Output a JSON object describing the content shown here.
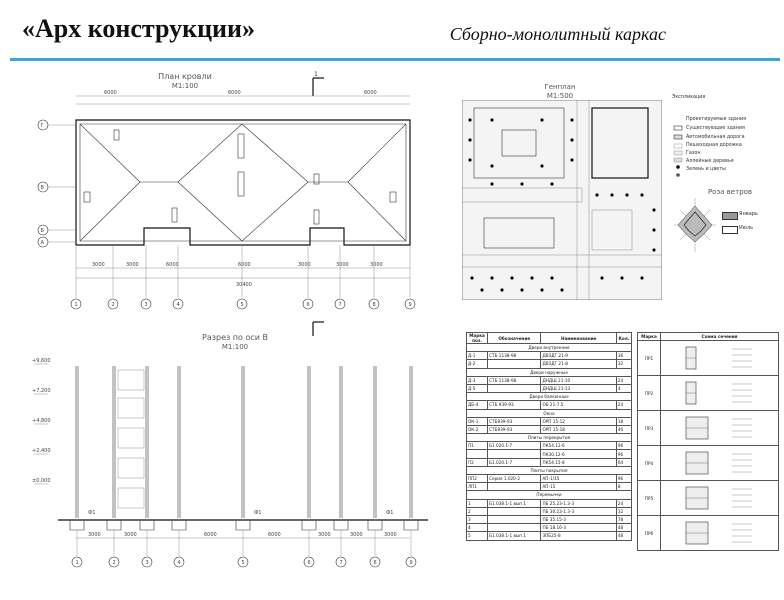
{
  "header": {
    "title": "«Арх конструкции»",
    "subtitle": "Сборно-монолитный каркас"
  },
  "roof_plan": {
    "title": "План кровли",
    "scale": "М1:100",
    "axes_letters": [
      "Г",
      "В",
      "Б",
      "А"
    ],
    "axes_numbers": [
      "1",
      "2",
      "3",
      "4",
      "5",
      "6",
      "7",
      "8",
      "9"
    ],
    "dims_top": [
      "6000",
      "6000",
      "6000"
    ],
    "dims_bottom": [
      "3000",
      "3000",
      "6000",
      "6000",
      "3000",
      "3000",
      "3000"
    ],
    "dim_total": "30400",
    "section_mark": "1"
  },
  "genplan": {
    "title": "Генплан",
    "scale": "М1:500",
    "legend_title": "Экспликация",
    "legend_items": [
      "Проектируемые здания",
      "Существующие здания",
      "Автомобильная дорога",
      "Пешеходная дорожка",
      "Газон",
      "Аллейные деревья",
      "Зелень и цветы"
    ],
    "wind_title": "Роза ветров",
    "wind_legend": [
      "Январь",
      "Июль"
    ]
  },
  "section": {
    "title": "Разрез по оси В",
    "scale": "М1:100",
    "axes_numbers": [
      "1",
      "2",
      "3",
      "4",
      "5",
      "6",
      "7",
      "8",
      "9"
    ],
    "dims": [
      "3000",
      "3000",
      "6000",
      "6000",
      "3000",
      "3000",
      "3000"
    ],
    "level_marks": [
      "+9,600",
      "+7,200",
      "+4,800",
      "+2,400",
      "±0,000"
    ],
    "foundation_label": "Ф1"
  },
  "spec_table": {
    "headers": [
      "Марка поз.",
      "Обозначение",
      "Наименование",
      "Кол."
    ],
    "groups": [
      {
        "title": "Двери внутренние",
        "rows": [
          [
            "Д-1",
            "СТБ 1138-98",
            "ДВЗДГ 21-9",
            "36"
          ],
          [
            "Д-2",
            "",
            "ДВЗДГ 21-8",
            "32"
          ]
        ]
      },
      {
        "title": "Двери наружные",
        "rows": [
          [
            "Д-3",
            "СТБ 1138-98",
            "ДНДЩ 21-10",
            "24"
          ],
          [
            "Д-5",
            "",
            "ДНДЩ 21-13",
            "4"
          ]
        ]
      },
      {
        "title": "Двери балконные",
        "rows": [
          [
            "ДБ-4",
            "СТБ 939-93",
            "ОБ 21-7,5",
            "24"
          ]
        ]
      },
      {
        "title": "Окна",
        "rows": [
          [
            "ОК-1",
            "СТБ939-93",
            "ОРП 15-12",
            "18"
          ],
          [
            "ОК-2",
            "СТБ939-93",
            "ОРП 15-18",
            "46"
          ]
        ]
      },
      {
        "title": "Плиты перекрытия",
        "rows": [
          [
            "П1",
            "Б1.020.1-7",
            "ПК54.12-6",
            "96"
          ],
          [
            "",
            "",
            "ПК30.12-6",
            "96"
          ],
          [
            "П2",
            "Б1.020.1-7",
            "ПК54.15-8",
            "64"
          ]
        ]
      },
      {
        "title": "Плиты покрытия",
        "rows": [
          [
            "ПП2",
            "Серия 1.020-2",
            "АП-1/15",
            "96"
          ],
          [
            "ЛП1",
            "",
            "АП-15",
            "8"
          ]
        ]
      },
      {
        "title": "Перемычки",
        "rows": [
          [
            "1",
            "Б1.038.1-1 вып.1",
            "ПБ 25.23-1.3-3",
            "24"
          ],
          [
            "2",
            "",
            "ПБ 30.23-1.3-3",
            "32"
          ],
          [
            "3",
            "",
            "ПБ 35.15-3",
            "78"
          ],
          [
            "4",
            "",
            "ПБ 18.16-3",
            "48"
          ],
          [
            "5",
            "Б1.038.1-1 вып.1",
            "3ПБ25-8",
            "48"
          ]
        ]
      }
    ]
  },
  "bridge_table": {
    "headers": [
      "Марка",
      "Схема сечения"
    ],
    "rows": [
      "ПР1",
      "ПР2",
      "ПР3",
      "ПР4",
      "ПР5",
      "ПР6"
    ]
  }
}
